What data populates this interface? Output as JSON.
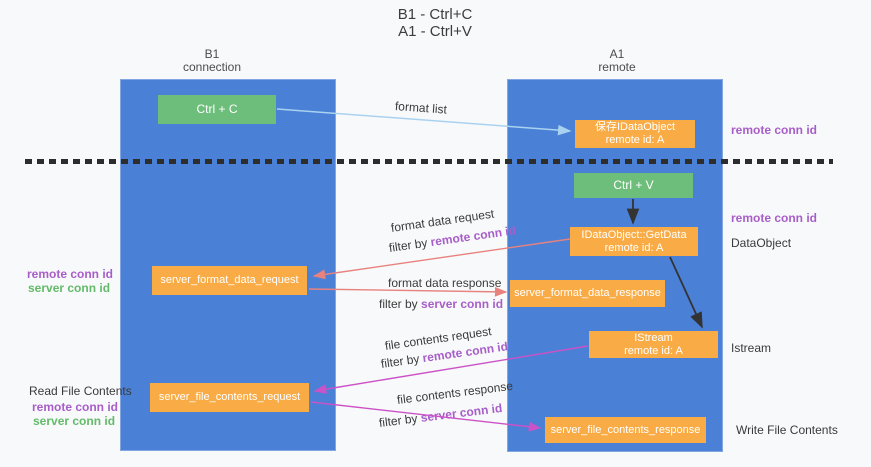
{
  "title": {
    "line1": "B1 - Ctrl+C",
    "line2": "A1 - Ctrl+V"
  },
  "columns": {
    "left": {
      "header_line1": "B1",
      "header_line2": "connection"
    },
    "right": {
      "header_line1": "A1",
      "header_line2": "remote"
    }
  },
  "boxes": {
    "ctrl_c": "Ctrl + C",
    "ctrl_v": "Ctrl + V",
    "save_idataobject": {
      "line1": "保存IDataObject",
      "line2": "remote id: A"
    },
    "getdata": {
      "line1": "IDataObject::GetData",
      "line2": "remote id: A"
    },
    "istream": {
      "line1": "IStream",
      "line2": "remote id: A"
    },
    "server_format_data_request": "server_format_data_request",
    "server_format_data_response": "server_format_data_response",
    "server_file_contents_request": "server_file_contents_request",
    "server_file_contents_response": "server_file_contents_response"
  },
  "side_labels": {
    "right": {
      "remote_conn_id_top": "remote conn id",
      "remote_conn_id_mid": "remote conn id",
      "dataobject": "DataObject",
      "istream": "Istream",
      "write_file_contents": "Write File Contents"
    },
    "left": {
      "remote_conn_id_mid": "remote conn id",
      "server_conn_id_mid": "server conn id",
      "read_file_contents": "Read File Contents",
      "remote_conn_id_bottom": "remote conn id",
      "server_conn_id_bottom": "server conn id"
    }
  },
  "arrow_labels": {
    "format_list": "format list",
    "format_data_request": "format data request",
    "format_data_response": "format data response",
    "file_contents_request": "file contents request",
    "file_contents_response": "file contents response",
    "filter_by": "filter by ",
    "remote_conn_id": "remote conn id",
    "server_conn_id": "server conn id"
  },
  "colors": {
    "column_blue": "#4b80d7",
    "box_green": "#6dbe7b",
    "box_orange": "#f9ab45",
    "arrow_lightblue": "#a9d2f0",
    "arrow_black": "#333333",
    "arrow_salmon": "#e8827f",
    "arrow_magenta": "#cb52c7",
    "text_purple": "#a85ec9",
    "text_green": "#63bb6a"
  }
}
